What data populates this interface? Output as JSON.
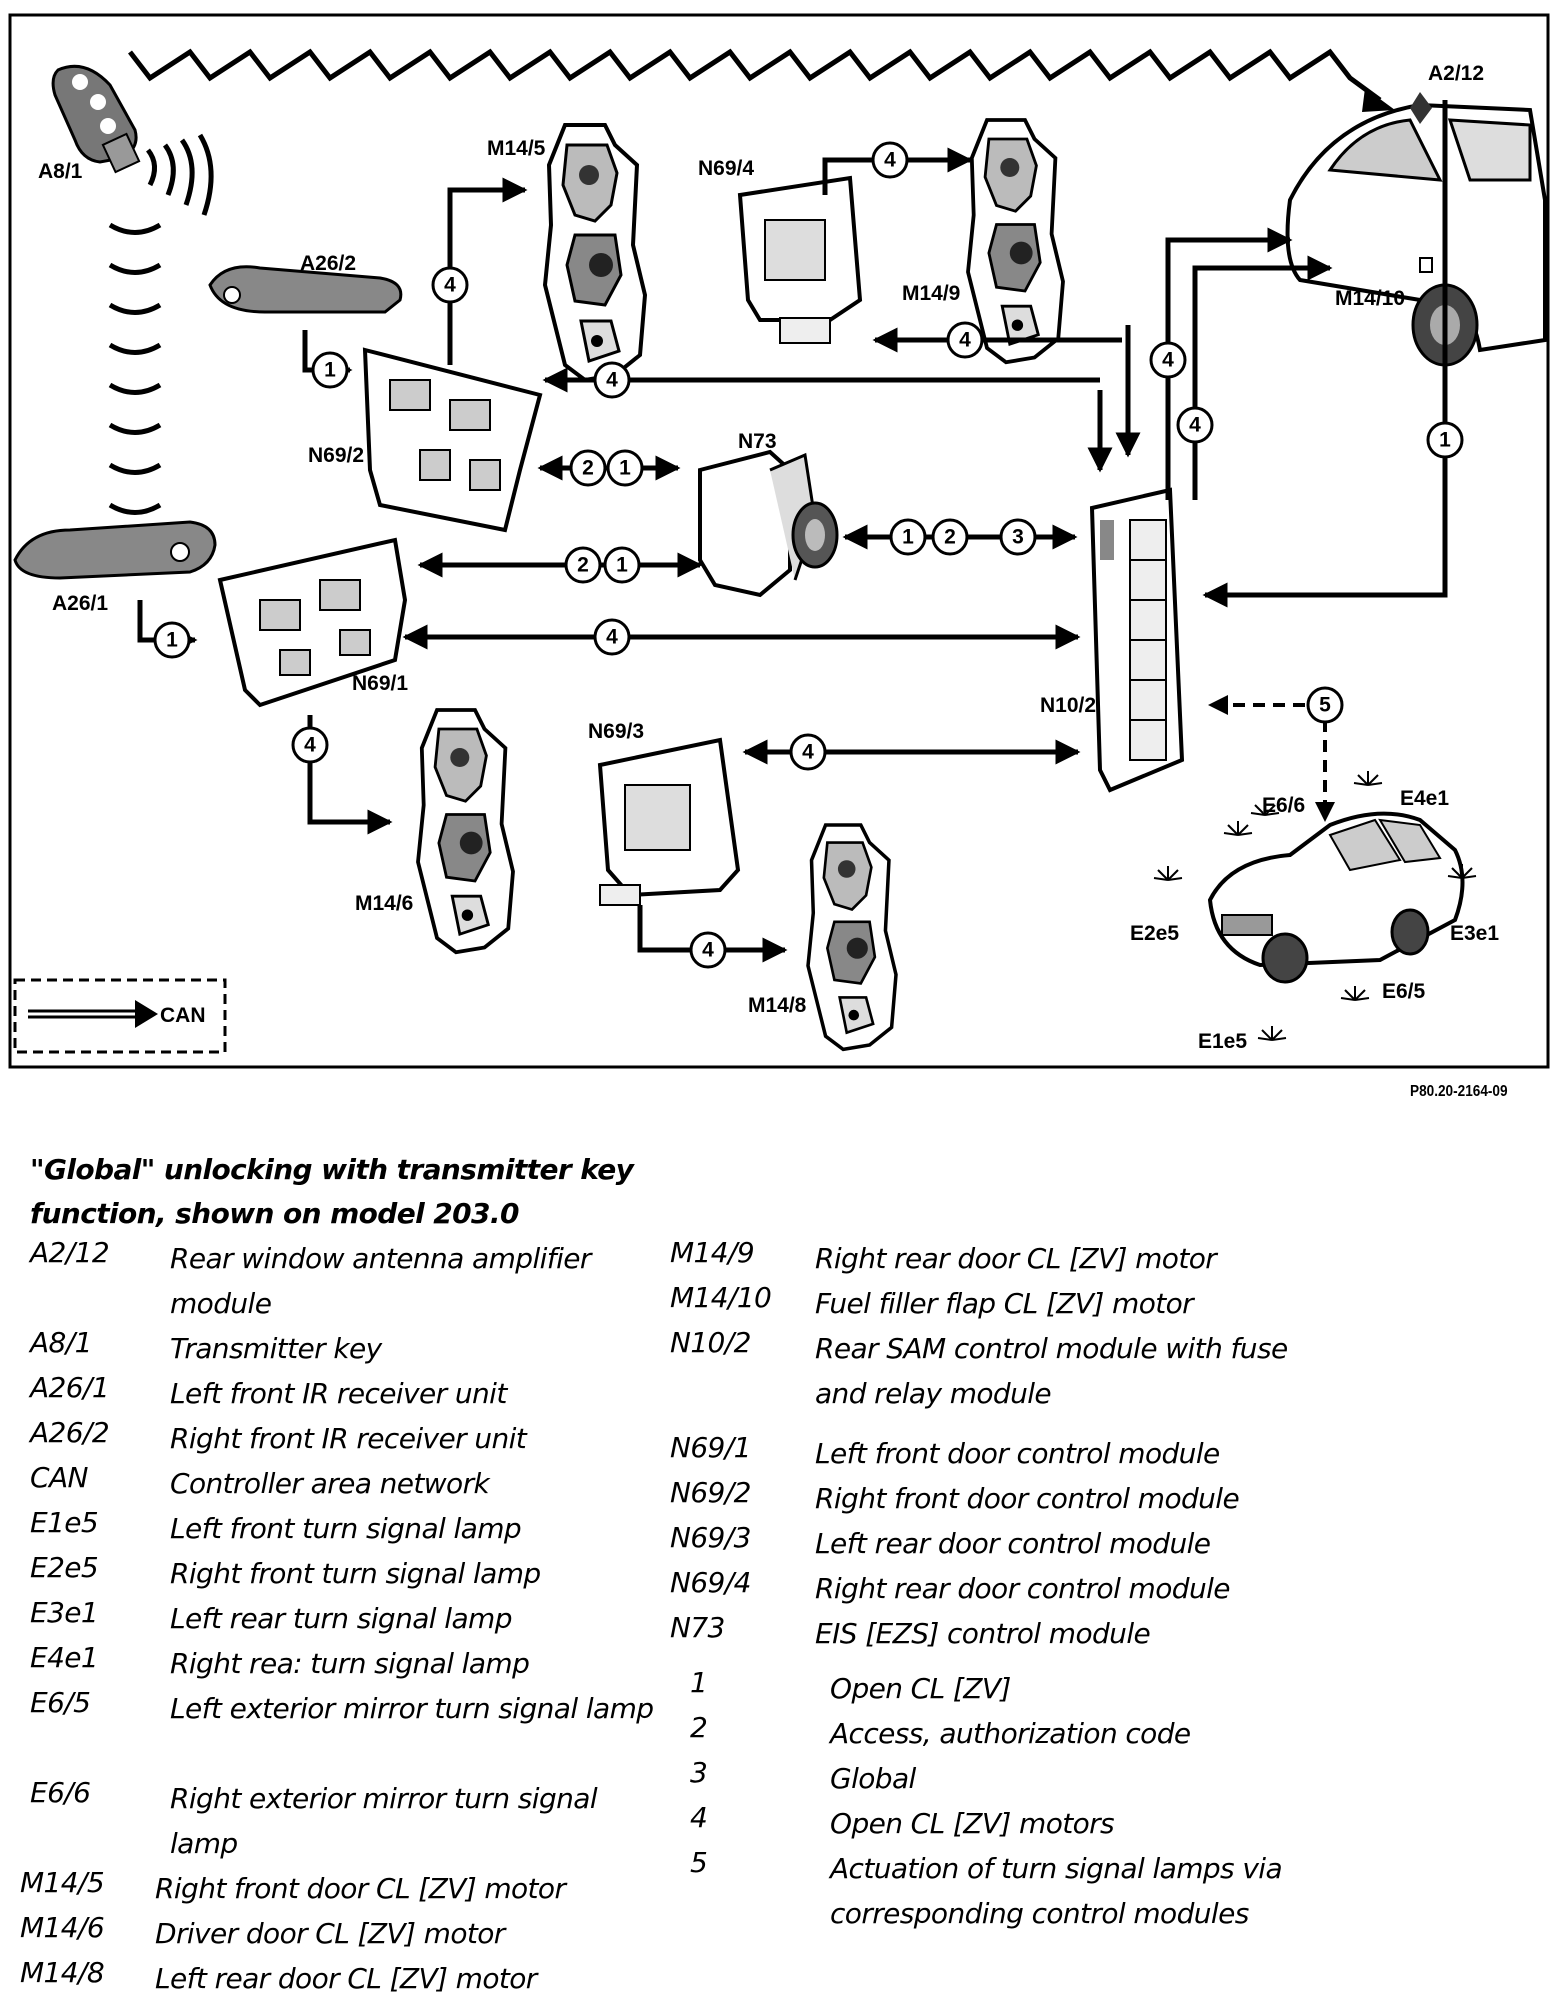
{
  "diagram": {
    "labels": {
      "a8_1": "A8/1",
      "a26_2": "A26/2",
      "a26_1": "A26/1",
      "m14_5": "M14/5",
      "n69_4": "N69/4",
      "m14_9": "M14/9",
      "a2_12": "A2/12",
      "m14_10": "M14/10",
      "n69_2": "N69/2",
      "n73": "N73",
      "n69_1": "N69/1",
      "n69_3": "N69/3",
      "n10_2": "N10/2",
      "m14_6": "M14/6",
      "m14_8": "M14/8",
      "e6_6": "E6/6",
      "e4e1": "E4e1",
      "e2e5": "E2e5",
      "e3e1": "E3e1",
      "e6_5": "E6/5",
      "e1e5": "E1e5"
    },
    "circle_numbers": {
      "one": "1",
      "two": "2",
      "three": "3",
      "four": "4",
      "five": "5"
    },
    "can_legend": "CAN",
    "reference": "P80.20-2164-09"
  },
  "title": "\"Global\" unlocking with transmitter key function, shown on model 203.0",
  "legend_left": [
    {
      "code": "A2/12",
      "desc": "Rear window antenna amplifier module"
    },
    {
      "code": "A8/1",
      "desc": "Transmitter key"
    },
    {
      "code": "A26/1",
      "desc": "Left front IR receiver unit"
    },
    {
      "code": "A26/2",
      "desc": "Right front IR receiver unit"
    },
    {
      "code": "CAN",
      "desc": "Controller area network"
    },
    {
      "code": "E1e5",
      "desc": "Left front turn signal lamp"
    },
    {
      "code": "E2e5",
      "desc": "Right front turn signal lamp"
    },
    {
      "code": "E3e1",
      "desc": "Left rear turn signal lamp"
    },
    {
      "code": "E4e1",
      "desc": "Right rea: turn signal lamp"
    },
    {
      "code": "E6/5",
      "desc": "Left exterior mirror turn signal lamp"
    },
    {
      "code": "E6/6",
      "desc": "Right exterior mirror turn signal lamp"
    },
    {
      "code": "M14/5",
      "desc": "Right front door CL [ZV] motor"
    },
    {
      "code": "M14/6",
      "desc": "Driver door CL [ZV] motor"
    },
    {
      "code": "M14/8",
      "desc": "Left rear door CL [ZV] motor"
    }
  ],
  "legend_right": [
    {
      "code": "M14/9",
      "desc": "Right rear door CL [ZV] motor"
    },
    {
      "code": "M14/10",
      "desc": "Fuel filler flap CL [ZV] motor"
    },
    {
      "code": "N10/2",
      "desc": "Rear SAM control module with fuse and relay module"
    },
    {
      "code": "N69/1",
      "desc": "Left front door control module"
    },
    {
      "code": "N69/2",
      "desc": "Right front door control module"
    },
    {
      "code": "N69/3",
      "desc": "Left rear door control module"
    },
    {
      "code": "N69/4",
      "desc": "Right rear door control module"
    },
    {
      "code": "N73",
      "desc": "EIS [EZS] control module"
    },
    {
      "code": "1",
      "desc": "Open CL [ZV]"
    },
    {
      "code": "2",
      "desc": "Access, authorization code"
    },
    {
      "code": "3",
      "desc": "Global"
    },
    {
      "code": "4",
      "desc": "Open CL [ZV] motors"
    },
    {
      "code": "5",
      "desc": "Actuation of turn signal lamps via corresponding control modules"
    }
  ]
}
